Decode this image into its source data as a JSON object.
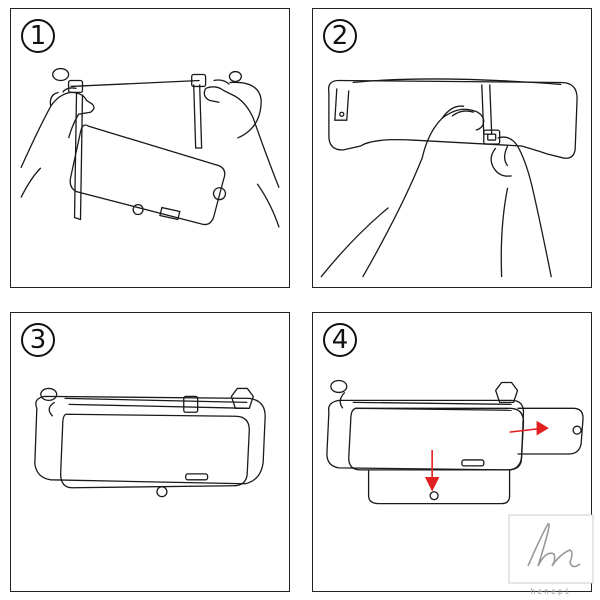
{
  "steps": [
    {
      "number": "1"
    },
    {
      "number": "2"
    },
    {
      "number": "3"
    },
    {
      "number": "4"
    }
  ],
  "colors": {
    "line": "#1a1a1a",
    "arrow": "#e02020",
    "watermark": "#999999"
  },
  "watermark": {
    "text": "henepi",
    "icon": "signature-logo"
  }
}
